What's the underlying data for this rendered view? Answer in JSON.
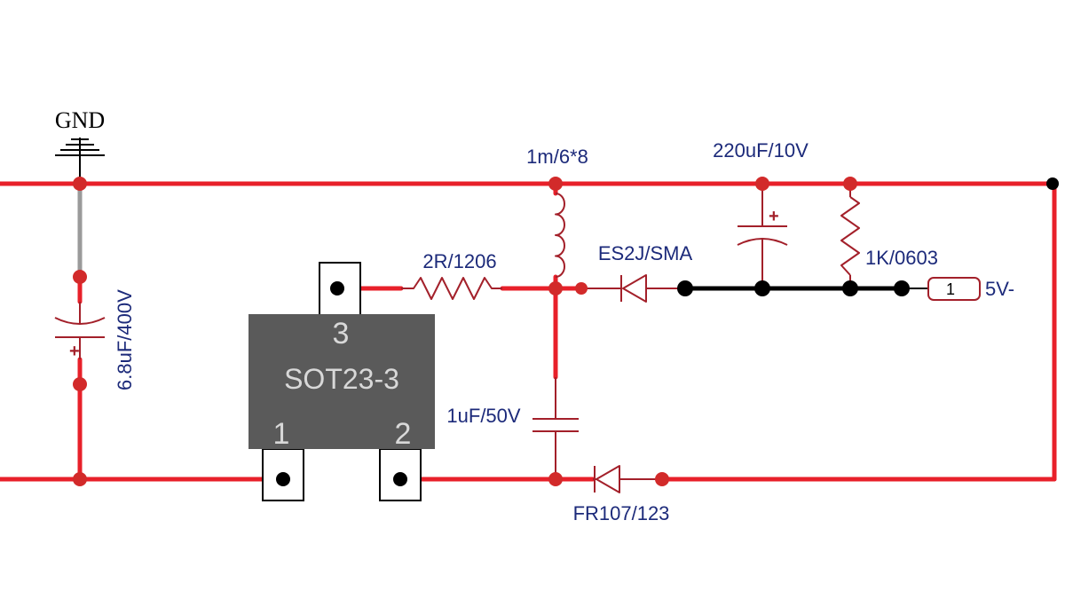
{
  "labels": {
    "gnd": "GND",
    "c_bulk": "6.8uF/400V",
    "inductor": "1m/6*8",
    "resistor_sense": "2R/1206",
    "diode_out": "ES2J/SMA",
    "c_out": "220uF/10V",
    "r_load": "1K/0603",
    "c_vdd": "1uF/50V",
    "diode_fb": "FR107/123",
    "port_num": "1",
    "port_name": "5V-"
  },
  "chip": {
    "name": "SOT23-3",
    "pin1": "1",
    "pin2": "2",
    "pin3": "3"
  },
  "colors": {
    "wire": "#e8202a",
    "symbol": "#a3202a",
    "label": "#1c2a7a",
    "chip_body": "#5a5a5a"
  }
}
